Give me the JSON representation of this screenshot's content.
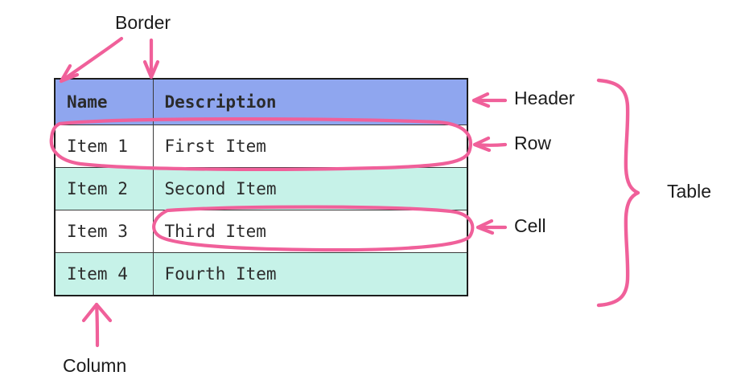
{
  "diagram": {
    "title_present": false,
    "accent_pink": "#f0609a",
    "header_fill": "#8fa6ef",
    "stripe_fill": "#c6f2e8",
    "cell_fill": "#ffffff",
    "border_color": "#1d1d1d",
    "text_color": "#2b2b2b"
  },
  "table": {
    "columns": [
      {
        "key": "name",
        "header": "Name"
      },
      {
        "key": "description",
        "header": "Description"
      }
    ],
    "rows": [
      {
        "name": "Item 1",
        "description": "First Item",
        "striped": false
      },
      {
        "name": "Item 2",
        "description": "Second Item",
        "striped": true
      },
      {
        "name": "Item 3",
        "description": "Third Item",
        "striped": false
      },
      {
        "name": "Item 4",
        "description": "Fourth Item",
        "striped": true
      }
    ]
  },
  "annotations": [
    {
      "id": "border",
      "label": "Border",
      "points_to": "table top-left corner and column divider",
      "marker": "two-arrows"
    },
    {
      "id": "header",
      "label": "Header",
      "points_to": "header row",
      "marker": "left-arrow"
    },
    {
      "id": "row",
      "label": "Row",
      "points_to": "first body row",
      "marker": "left-arrow-with-ellipse"
    },
    {
      "id": "cell",
      "label": "Cell",
      "points_to": "Third Item cell",
      "marker": "left-arrow-with-ellipse"
    },
    {
      "id": "table",
      "label": "Table",
      "points_to": "whole table",
      "marker": "curly-brace"
    },
    {
      "id": "column",
      "label": "Column",
      "points_to": "Name column",
      "marker": "up-arrow"
    }
  ]
}
